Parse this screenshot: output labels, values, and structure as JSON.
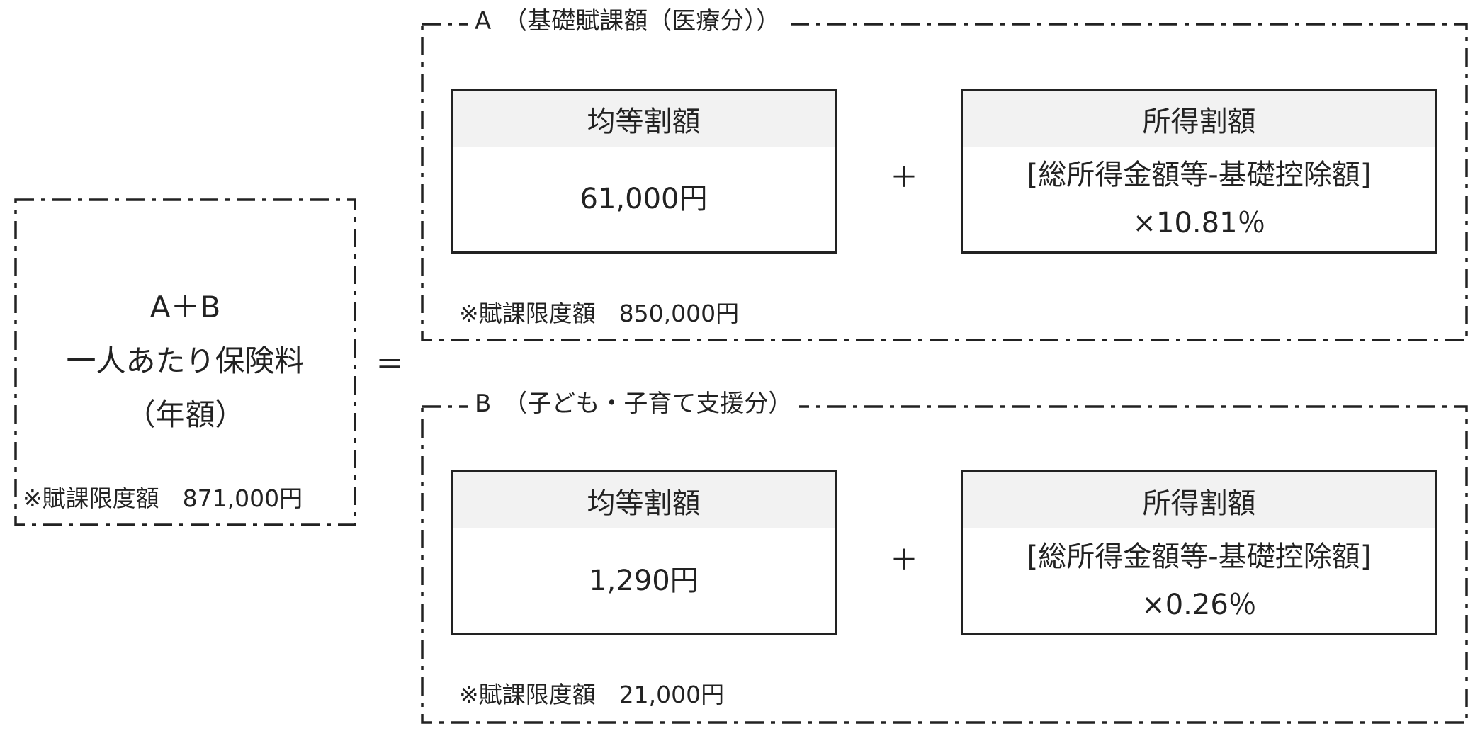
{
  "summary": {
    "line1": "A＋B",
    "line2": "一人あたり保険料",
    "line3": "（年額）",
    "limit": "※賦課限度額　871,000円"
  },
  "equals": "＝",
  "sections": [
    {
      "label": "A　（基礎賦課額（医療分））",
      "per_capita": {
        "title": "均等割額",
        "value": "61,000円"
      },
      "plus": "＋",
      "income": {
        "title": "所得割額",
        "formula": "[総所得金額等-基礎控除額]",
        "rate": "×10.81％"
      },
      "limit": "※賦課限度額　850,000円"
    },
    {
      "label": "B　（子ども・子育て支援分）",
      "per_capita": {
        "title": "均等割額",
        "value": "1,290円"
      },
      "plus": "＋",
      "income": {
        "title": "所得割額",
        "formula": "[総所得金額等-基礎控除額]",
        "rate": "×0.26％"
      },
      "limit": "※賦課限度額　21,000円"
    }
  ]
}
